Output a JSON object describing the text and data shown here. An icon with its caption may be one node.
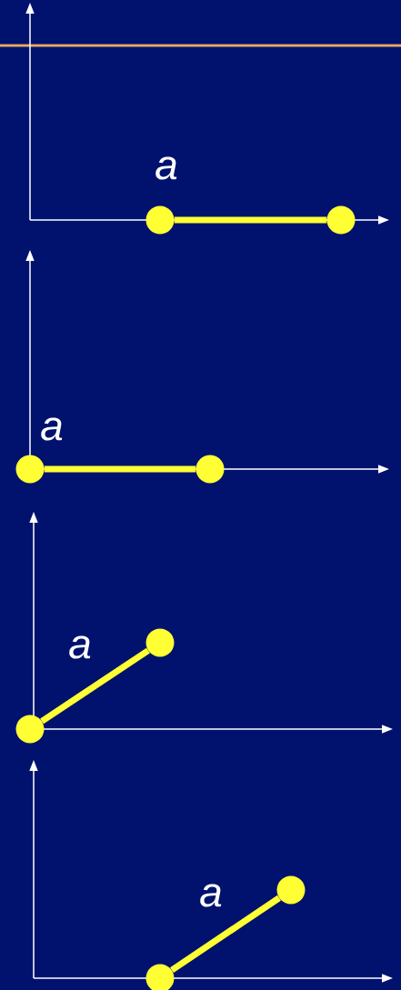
{
  "diagram": {
    "nodes": [
      {
        "text": [],
        "shape": "circle"
      },
      {
        "text": [],
        "shape": "circle"
      },
      {
        "text": [],
        "shape": "circle"
      },
      {
        "text": [],
        "shape": "circle"
      },
      {
        "text": [],
        "shape": "circle"
      },
      {
        "text": [],
        "shape": "circle"
      },
      {
        "text": [],
        "shape": "circle"
      },
      {
        "text": [],
        "shape": "circle"
      }
    ],
    "edges": [
      {
        "from": 0,
        "to": 1,
        "arrow": "none",
        "label": "a"
      },
      {
        "from": 2,
        "to": 3,
        "arrow": "none",
        "label": "a"
      },
      {
        "from": 4,
        "to": 5,
        "arrow": "none",
        "label": "a"
      },
      {
        "from": 6,
        "to": 7,
        "arrow": "none",
        "label": "a"
      }
    ]
  }
}
